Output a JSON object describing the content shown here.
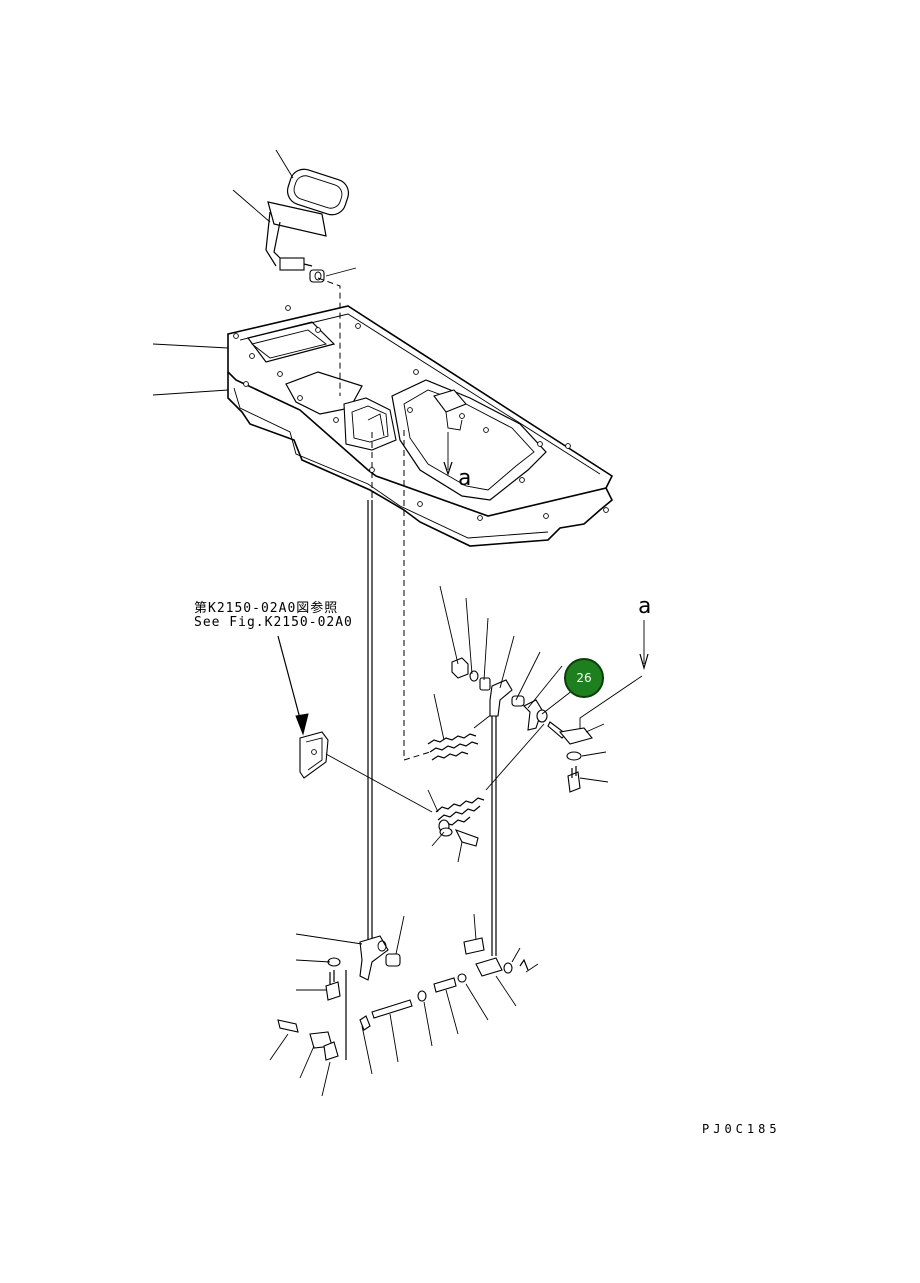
{
  "diagram": {
    "reference_line_1": "第K2150-02A0図参照",
    "reference_line_2": "See Fig.K2150-02A0",
    "view_label_top": "a",
    "view_label_right": "a",
    "drawing_code": "PJ0C185",
    "callout": {
      "number": "26",
      "color": "#1e7f1e"
    }
  }
}
